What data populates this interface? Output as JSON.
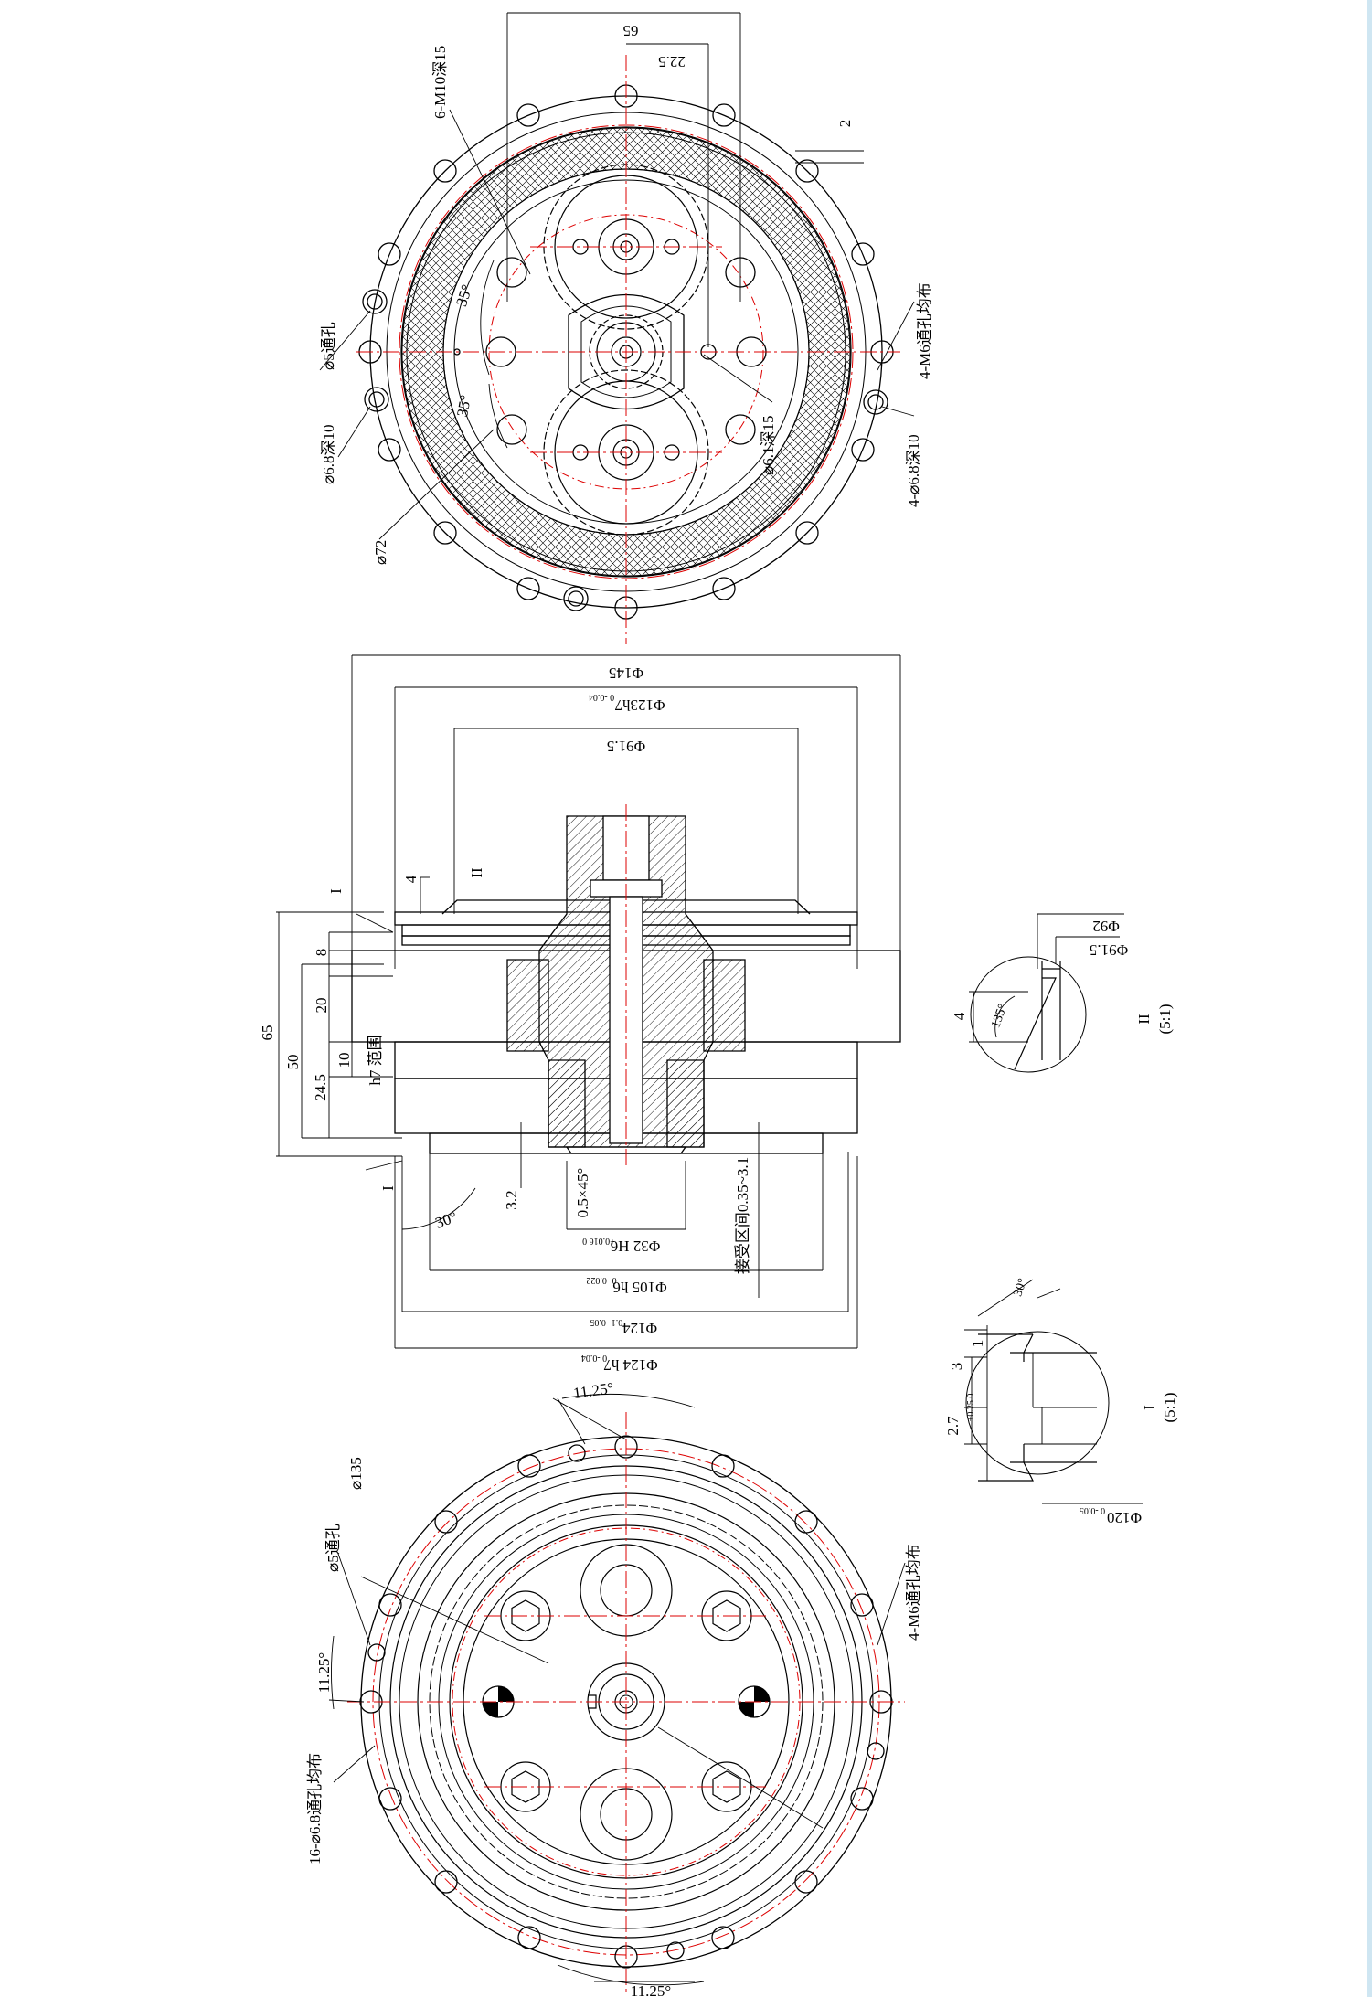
{
  "top_view": {
    "labels": {
      "dim_65": "65",
      "dim_22_5": "22.5",
      "dim_2": "2",
      "m10": "6-M10深15",
      "angle_35a": "35°",
      "angle_35b": "35°",
      "hole_5": "⌀5通孔",
      "hole_6_8": "⌀6.8深10",
      "dia_72": "⌀72",
      "m6": "4-M6通孔均布",
      "hole_6_1": "⌀6.1深15",
      "hole_4_6_8": "4-⌀6.8深10"
    }
  },
  "side_view": {
    "labels": {
      "d145": "Φ145",
      "d123": "Φ123h7",
      "d123_tol": "0 -0.04",
      "d91_5": "Φ91.5",
      "mark_I_top": "I",
      "mark_II_top": "II",
      "dim_4": "4",
      "dim_8": "8",
      "dim_20": "20",
      "dim_65": "65",
      "dim_50": "50",
      "dim_10": "10",
      "dim_24_5": "24.5",
      "h7": "h7 范围",
      "mark_I_bot": "I",
      "angle_30": "30°",
      "dim_3_2": "3.2",
      "chamfer": "0.5×45°",
      "d32": "Φ32 H6",
      "d32_tol": "+0.016 0",
      "d105": "Φ105 h6",
      "d105_tol": "0 -0.022",
      "d124a": "Φ124",
      "d124a_tol": "-0.1 -0.05",
      "d124b": "Φ124 h7",
      "d124b_tol": "0 -0.04",
      "range": "接受区间0.35~3.1"
    }
  },
  "detail_II": {
    "labels": {
      "d92": "Φ92",
      "d91_5": "Φ91.5",
      "dim_4": "4",
      "angle_135": "135°",
      "title": "II",
      "scale": "(5:1)"
    }
  },
  "detail_I": {
    "labels": {
      "angle_30": "30°",
      "dim_1": "1",
      "dim_3": "3",
      "dim_2_7": "2.7",
      "dim_2_7_tol": "+0.25 0",
      "d120": "Φ120",
      "d120_tol": "0 -0.05",
      "title": "I",
      "scale": "(5:1)"
    }
  },
  "bottom_view": {
    "labels": {
      "angle_top": "11.25°",
      "dia_135": "⌀135",
      "hole_5": "⌀5通孔",
      "angle_left": "11.25°",
      "holes_16": "16-⌀6.8通孔均布",
      "m6": "4-M6通孔均布",
      "angle_bottom": "11.25°"
    }
  }
}
